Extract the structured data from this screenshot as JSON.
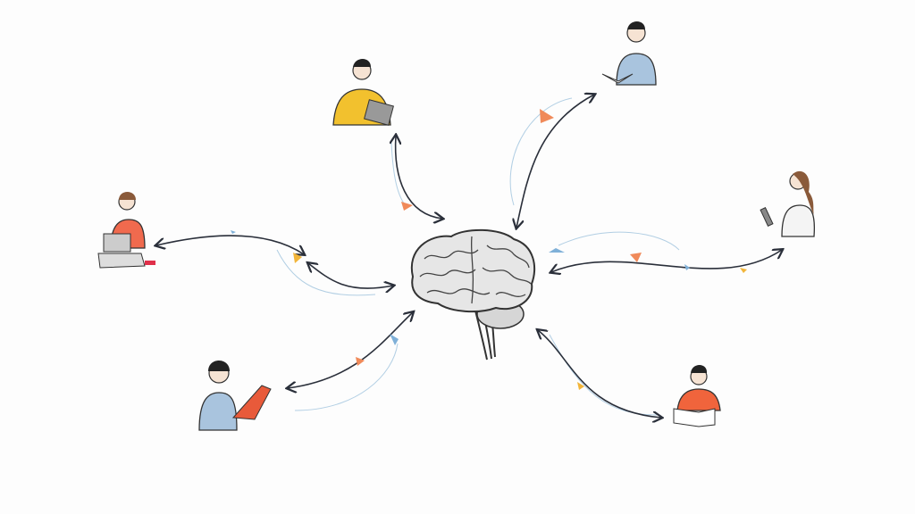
{
  "scene": {
    "center_icon": "brain-icon",
    "figures": [
      {
        "name": "person-yellow-sweater-tablet",
        "shirt": "#f2c12e",
        "device": "tablet-icon"
      },
      {
        "name": "person-blue-shirt-book",
        "shirt": "#a9c4de",
        "device": "book-icon"
      },
      {
        "name": "person-ponytail-tablet",
        "shirt": "#f4f4f4",
        "device": "tablet-icon"
      },
      {
        "name": "person-red-shirt-book",
        "shirt": "#f0643c",
        "device": "book-icon"
      },
      {
        "name": "person-blue-sweater-laptop",
        "shirt": "#a9c4de",
        "device": "laptop-icon"
      },
      {
        "name": "person-red-top-laptop",
        "shirt": "#f06a4e",
        "device": "laptop-icon"
      }
    ],
    "colors": {
      "arrow": "#2a2f3a",
      "accent_orange": "#f08a5a",
      "accent_blue": "#7fb0d8",
      "accent_yellow": "#f2b53a",
      "brain_fill": "#e6e6e6",
      "brain_stroke": "#333333"
    }
  }
}
